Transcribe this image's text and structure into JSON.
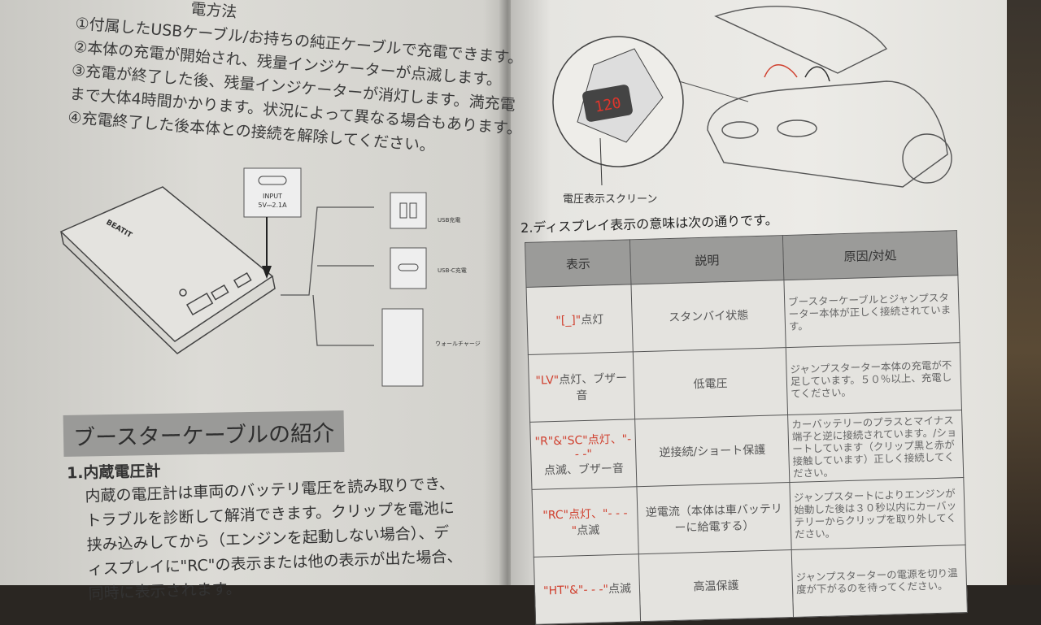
{
  "left_page": {
    "steps": [
      "①付属したUSBケーブル/お持ちの純正ケーブルで充電できます。",
      "②本体の充電が開始され、残量インジケーターが点滅します。",
      "③充電が終了した後、残量インジケーターが消灯します。満充電",
      "まで大体4時間かかります。状況によって異なる場合もあります。",
      "④充電終了した後本体との接続を解除してください。"
    ],
    "steps_partial_top": "電方法",
    "diagram": {
      "input_label": "INPUT",
      "input_spec": "5V⎓2.1A",
      "device_brand": "BEATIT",
      "usb_label": "USB充電",
      "usbc_label": "USB-C充電",
      "wall_label": "ウォールチャージ"
    },
    "section_heading": "ブースターケーブルの紹介",
    "subheading": "1.内蔵電圧計",
    "paragraph": [
      "内蔵の電圧計は車両のバッテリ電圧を読み取りでき、",
      "トラブルを診断して解消できます。クリップを電池に",
      "挟み込みしてから（エンジンを起動しない場合）、デ",
      "ィスプレイに\"RC\"の表示または他の表示が出た場合、",
      "同時に表示されます。"
    ]
  },
  "right_page": {
    "display_value": "120",
    "screen_caption": "電圧表示スクリーン",
    "table_title": "2.ディスプレイ表示の意味は次の通りです。",
    "table": {
      "headers": [
        "表示",
        "説明",
        "原因/対処"
      ],
      "rows": [
        {
          "code": "\"[_]\"",
          "code_suffix": "点灯",
          "desc": "スタンバイ状態",
          "action": "ブースターケーブルとジャンプスターター本体が正しく接続されています。"
        },
        {
          "code": "\"LV\"",
          "code_suffix": "点灯、ブザー音",
          "desc": "低電圧",
          "action": "ジャンプスターター本体の充電が不足しています。５０％以上、充電してください。"
        },
        {
          "code": "\"R\"&\"SC\"点灯、\"- - -\"",
          "code_suffix": "点滅、ブザー音",
          "desc": "逆接続/ショート保護",
          "action": "カーバッテリーのプラスとマイナス端子と逆に接続されています。/ショートしています（クリップ黒と赤が接触しています）正しく接続してください。"
        },
        {
          "code": "\"RC\"点灯、\"- - -\"",
          "code_suffix": "点滅",
          "desc": "逆電流（本体は車バッテリーに給電する）",
          "action": "ジャンプスタートによりエンジンが始動した後は３０秒以内にカーバッテリーからクリップを取り外してください。"
        },
        {
          "code": "\"HT\"&\"- - -\"",
          "code_suffix": "点滅",
          "desc": "高温保護",
          "action": "ジャンプスターターの電源を切り温度が下がるのを待ってください。"
        }
      ]
    }
  },
  "colors": {
    "accent_red": "#d0402f",
    "header_gray": "#9b9b99"
  }
}
